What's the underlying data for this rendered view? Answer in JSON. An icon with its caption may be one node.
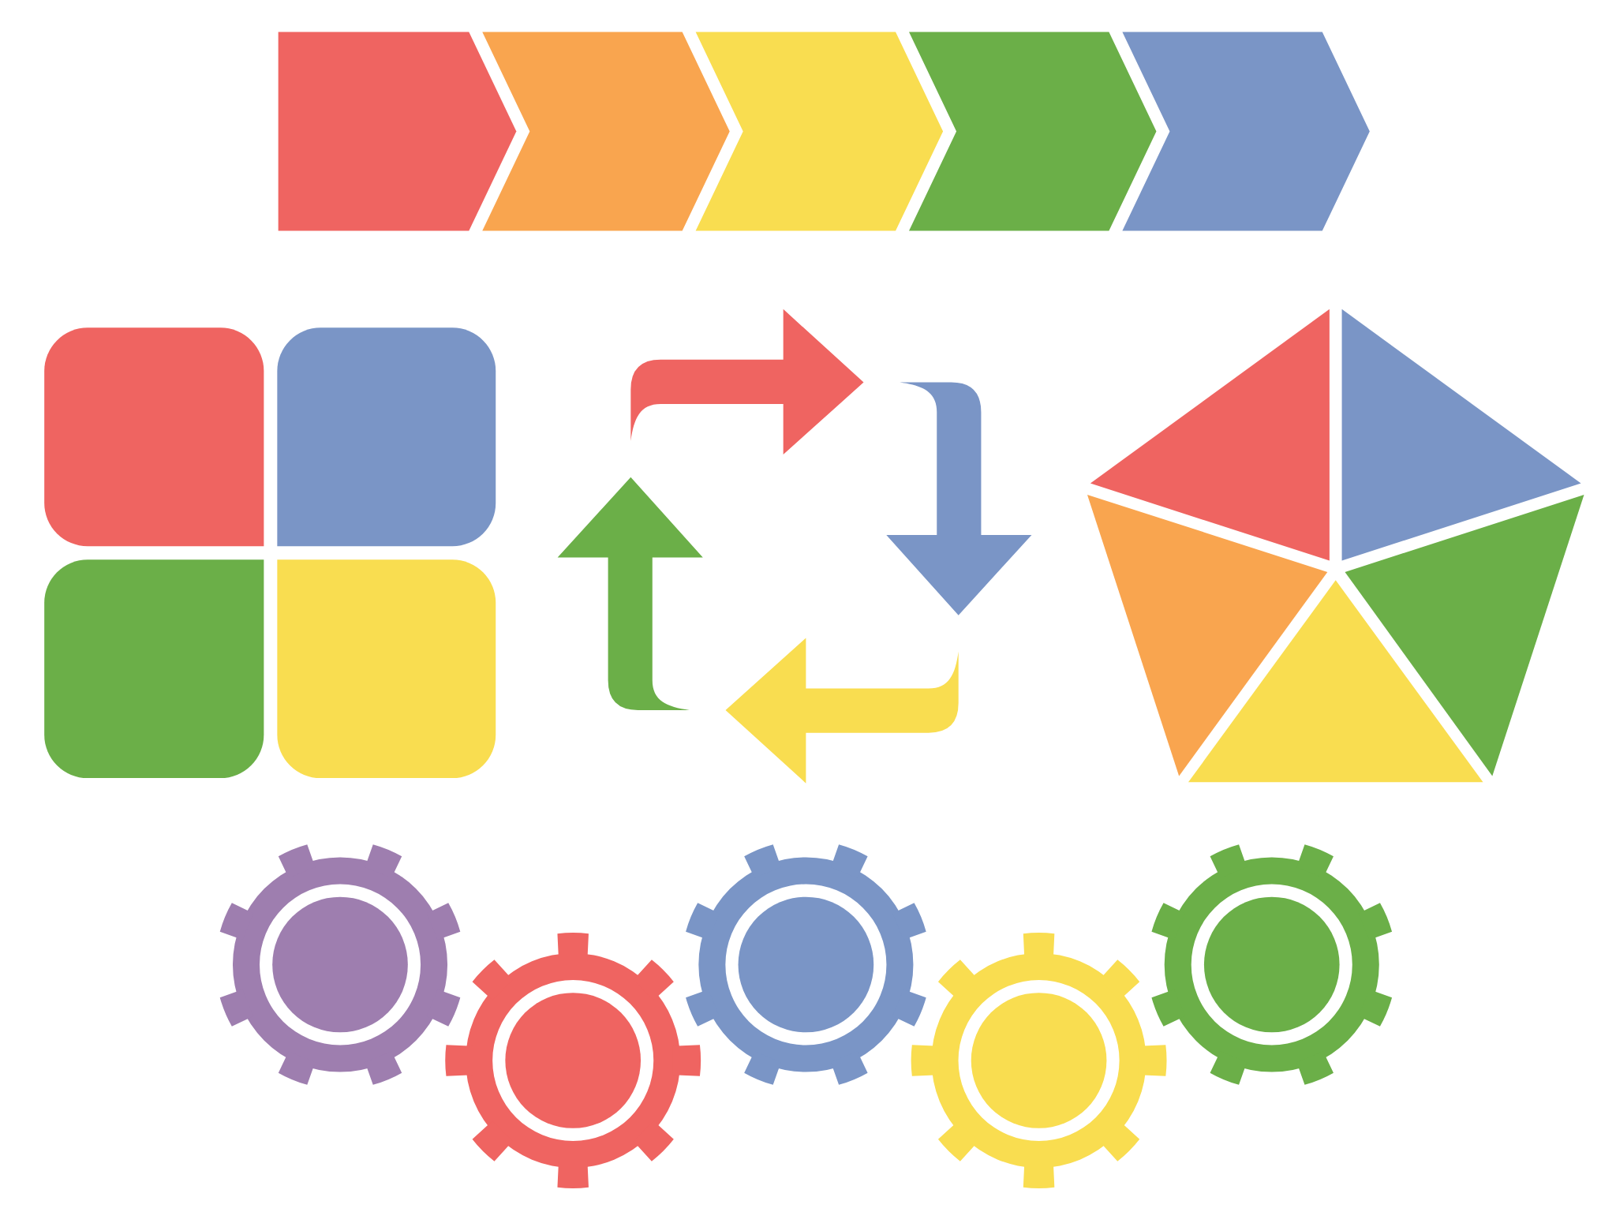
{
  "diagram": {
    "nodes": [
      {
        "text": [],
        "shape": "chevron"
      },
      {
        "text": [],
        "shape": "chevron"
      },
      {
        "text": [],
        "shape": "chevron"
      },
      {
        "text": [],
        "shape": "chevron"
      },
      {
        "text": [],
        "shape": "chevron"
      },
      {
        "text": [],
        "shape": "box"
      },
      {
        "text": [],
        "shape": "box"
      },
      {
        "text": [],
        "shape": "box"
      },
      {
        "text": [],
        "shape": "box"
      },
      {
        "text": [],
        "shape": "arrow"
      },
      {
        "text": [],
        "shape": "arrow"
      },
      {
        "text": [],
        "shape": "arrow"
      },
      {
        "text": [],
        "shape": "arrow"
      },
      {
        "text": [],
        "shape": "triangle"
      },
      {
        "text": [],
        "shape": "triangle"
      },
      {
        "text": [],
        "shape": "triangle"
      },
      {
        "text": [],
        "shape": "triangle"
      },
      {
        "text": [],
        "shape": "triangle"
      },
      {
        "text": [],
        "shape": "gear"
      },
      {
        "text": [],
        "shape": "gear"
      },
      {
        "text": [],
        "shape": "gear"
      },
      {
        "text": [],
        "shape": "gear"
      },
      {
        "text": [],
        "shape": "gear"
      }
    ]
  }
}
